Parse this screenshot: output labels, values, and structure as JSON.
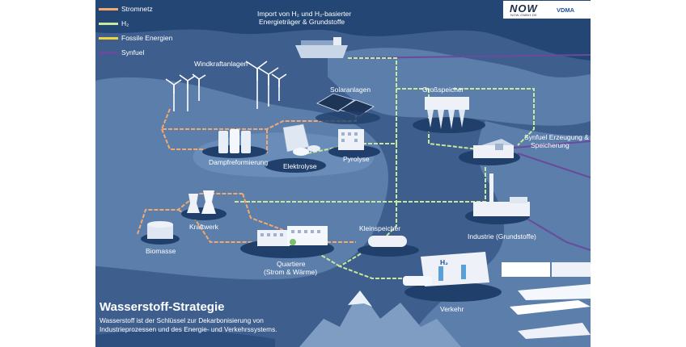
{
  "legend": [
    {
      "label": "Stromnetz",
      "color": "#f5a86e"
    },
    {
      "label": "H₂",
      "color": "#c8e89a"
    },
    {
      "label": "Fossile Energien",
      "color": "#f2d23a"
    },
    {
      "label": "Synfuel",
      "color": "#6a4a9c"
    }
  ],
  "labels": {
    "import": "Import von H₂ und H₂-basierter",
    "import2": "Energieträger & Grundstoffe",
    "wind": "Windkraftanlagen",
    "solar": "Solaranlagen",
    "grossspeicher": "Großspeicher",
    "synfuel": "Synfuel Erzeugung &",
    "synfuel2": "Speicherung",
    "dampf": "Dampfreformierung",
    "elektrolyse": "Elektrolyse",
    "pyrolyse": "Pyrolyse",
    "kraftwerk": "Kraftwerk",
    "biomasse": "Biomasse",
    "kleinspeicher": "Kleinspeicher",
    "industrie": "Industrie (Grundstoffe)",
    "quartiere": "Quartiere",
    "quartiere2": "(Strom & Wärme)",
    "verkehr": "Verkehr",
    "h2_sign": "H₂"
  },
  "title": "Wasserstoff-Strategie",
  "subtitle_line1": "Wasserstoff ist der Schlüssel zur Dekarbonisierung von",
  "subtitle_line2": "Industrieprozessen und des Energie- und Verkehrssystems.",
  "logos": {
    "now": "NOW",
    "now_sub": "NOW-GMBH.DE",
    "vdma": "VDMA"
  }
}
